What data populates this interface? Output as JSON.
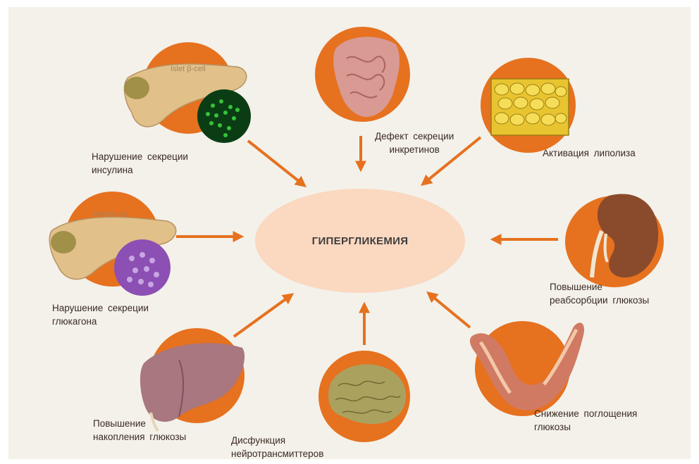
{
  "center": {
    "label": "ГИПЕРГЛИКЕМИЯ"
  },
  "factors": {
    "insulin": {
      "lines": [
        "Нарушение секреции",
        "инсулина"
      ],
      "islet": "Islet β-cell"
    },
    "incretin": {
      "lines": [
        "Дефект секреции",
        "инкретинов"
      ]
    },
    "lipolysis": {
      "lines": [
        "Активация липолиза"
      ]
    },
    "glucagon": {
      "lines": [
        "Нарушение секреции",
        "глюкагона"
      ],
      "islet": "Islet α-cell"
    },
    "kidney": {
      "lines": [
        "Повышение",
        "реабсорбции глюкозы"
      ]
    },
    "liver": {
      "lines": [
        "Повышение",
        "накопления глюкозы"
      ]
    },
    "brain": {
      "lines": [
        "Дисфункция",
        "нейротрансмиттеров"
      ]
    },
    "muscle": {
      "lines": [
        "Снижение поглощения",
        "глюкозы"
      ]
    }
  },
  "colors": {
    "accent": "#e6711f",
    "center": "#fbd8c0",
    "background": "#f3f1ea"
  }
}
